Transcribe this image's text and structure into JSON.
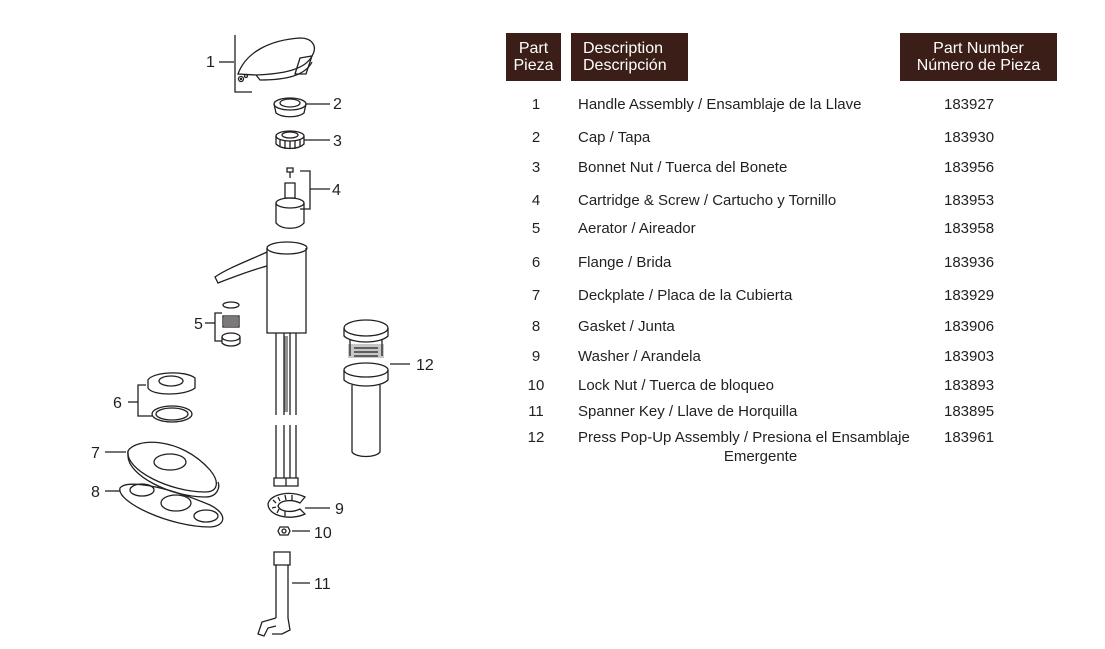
{
  "table": {
    "headers": {
      "part": [
        "Part",
        "Pieza"
      ],
      "description": [
        "Description",
        "Descripción"
      ],
      "part_number": [
        "Part Number",
        "Número de Pieza"
      ]
    },
    "rows": [
      {
        "num": "1",
        "desc": "Handle Assembly / Ensamblaje de la Llave",
        "pn": "183927"
      },
      {
        "num": "2",
        "desc": "Cap / Tapa",
        "pn": "183930"
      },
      {
        "num": "3",
        "desc": "Bonnet Nut / Tuerca del Bonete",
        "pn": "183956"
      },
      {
        "num": "4",
        "desc": "Cartridge & Screw / Cartucho y Tornillo",
        "pn": "183953"
      },
      {
        "num": "5",
        "desc": "Aerator / Aireador",
        "pn": "183958"
      },
      {
        "num": "6",
        "desc": "Flange / Brida",
        "pn": "183936"
      },
      {
        "num": "7",
        "desc": "Deckplate / Placa de la Cubierta",
        "pn": "183929"
      },
      {
        "num": "8",
        "desc": "Gasket / Junta",
        "pn": "183906"
      },
      {
        "num": "9",
        "desc": "Washer / Arandela",
        "pn": "183903"
      },
      {
        "num": "10",
        "desc": "Lock Nut / Tuerca de bloqueo",
        "pn": "183893"
      },
      {
        "num": "11",
        "desc": "Spanner Key / Llave de Horquilla",
        "pn": "183895"
      },
      {
        "num": "12",
        "desc": "Press Pop-Up Assembly / Presiona el Ensamblaje",
        "desc_line2": "Emergente",
        "pn": "183961"
      }
    ]
  },
  "diagram": {
    "callouts": [
      "1",
      "2",
      "3",
      "4",
      "5",
      "6",
      "7",
      "8",
      "9",
      "10",
      "11",
      "12"
    ]
  },
  "colors": {
    "header_bg": "#3b1e17",
    "header_text": "#ffffff",
    "text": "#231f20"
  }
}
